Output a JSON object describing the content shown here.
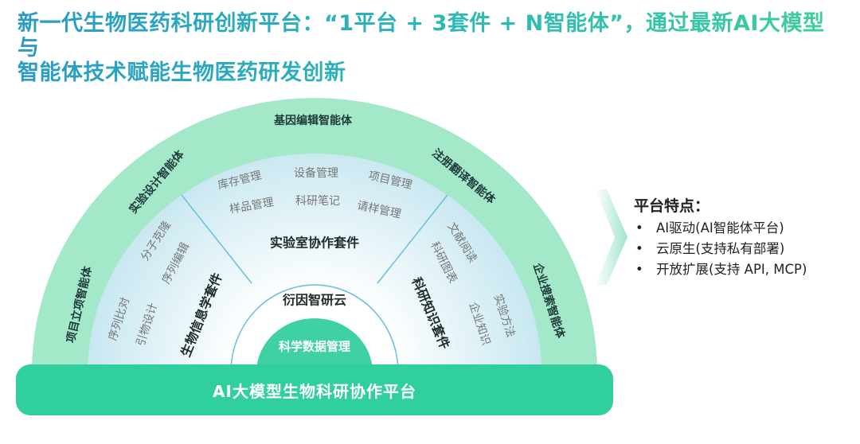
{
  "title": {
    "line1": "新一代生物医药科研创新平台：“1平台 + 3套件 + N智能体”，通过最新AI大模型与",
    "line2": "智能体技术赋能生物医药研发创新"
  },
  "platform": {
    "base_label": "AI大模型生物科研协作平台",
    "core_label": "科学数据管理",
    "cloud_label": "衍因智研云"
  },
  "agents": [
    "项目立项智能体",
    "实验设计智能体",
    "基因编辑智能体",
    "注册翻译智能体",
    "企业搜索智能体"
  ],
  "suites": {
    "left": {
      "title": "生物信息学套件",
      "items": [
        "分子克隆",
        "序列编辑",
        "序列比对",
        "引物设计"
      ]
    },
    "middle": {
      "title": "实验室协作套件",
      "items": [
        "库存管理",
        "设备管理",
        "项目管理",
        "样品管理",
        "科研笔记",
        "请样管理"
      ]
    },
    "right": {
      "title": "科研知识套件",
      "items": [
        "文献阅读",
        "科研图表",
        "实验方法",
        "企业知识"
      ]
    }
  },
  "features": {
    "title": "平台特点：",
    "bullet": "•",
    "items": [
      "AI驱动(AI智能体平台)",
      "云原生(支持私有部署)",
      "开放扩展(支持 API, MCP)"
    ]
  },
  "colors": {
    "outer_ring": "#a3e8c9",
    "inner_area": "#d7eef4",
    "core": "#3fd1a3",
    "base": "#2fcf9e",
    "title_text": "#2bb3b5"
  }
}
